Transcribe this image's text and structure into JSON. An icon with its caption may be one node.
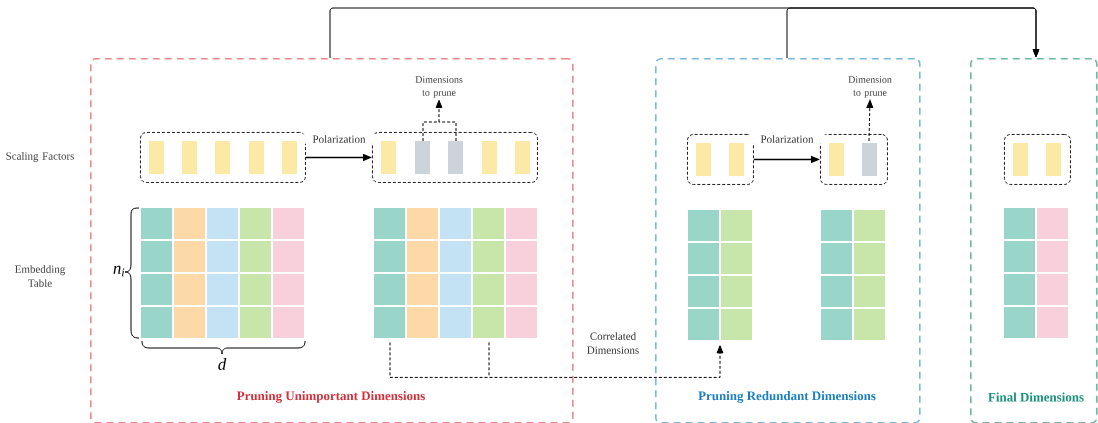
{
  "diagram": {
    "nodes": [
      {
        "text": [
          "Pruning Unimportant Dimensions"
        ]
      },
      {
        "text": [
          "Pruning Redundant Dimensions"
        ]
      },
      {
        "text": [
          "Final Dimensions"
        ]
      },
      {
        "text": [],
        "shape": "box",
        "in": 0
      },
      {
        "text": [],
        "shape": "box",
        "in": 0
      },
      {
        "text": [
          "Dimensions to prune"
        ],
        "in": 0
      },
      {
        "text": [],
        "shape": "grid",
        "in": 0
      },
      {
        "text": [],
        "shape": "grid",
        "in": 0
      },
      {
        "text": [],
        "shape": "box",
        "in": 1
      },
      {
        "text": [],
        "shape": "box",
        "in": 1
      },
      {
        "text": [
          "Dimension to prune"
        ],
        "in": 1
      },
      {
        "text": [],
        "shape": "grid",
        "in": 1
      },
      {
        "text": [],
        "shape": "grid",
        "in": 1
      },
      {
        "text": [],
        "shape": "box",
        "in": 2
      },
      {
        "text": [],
        "shape": "grid",
        "in": 2
      }
    ],
    "edges": [
      {
        "from": 3,
        "to": 4,
        "arrow": "to",
        "label": "Polarization"
      },
      {
        "from": 4,
        "to": 5,
        "arrow": "to",
        "style": "dashed"
      },
      {
        "from": 8,
        "to": 9,
        "arrow": "to",
        "label": "Polarization"
      },
      {
        "from": 9,
        "to": 10,
        "arrow": "to",
        "style": "dashed"
      },
      {
        "from": 0,
        "to": 2,
        "arrow": "to"
      },
      {
        "from": 1,
        "to": 2,
        "arrow": "to"
      },
      {
        "from": 7,
        "to": 11,
        "arrow": "to",
        "style": "dashed",
        "label": "Correlated Dimensions"
      }
    ],
    "labels": [
      "Scaling Factors",
      "Embedding Table",
      "n$_{i}$",
      "d"
    ]
  }
}
